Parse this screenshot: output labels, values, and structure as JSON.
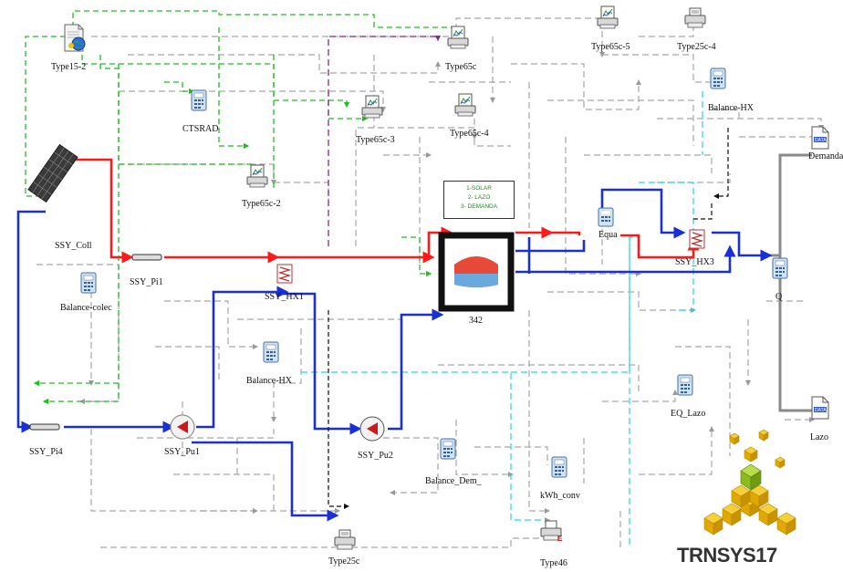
{
  "app": {
    "brand_name": "TRNSYS",
    "brand_version": "17"
  },
  "legend": {
    "line1": "1-SOLAR",
    "line2": "2- LAZO",
    "line3": "3- DEMANDA"
  },
  "components": [
    {
      "id": "type15-2",
      "label": "Type15-2",
      "icon": "weather-data-icon"
    },
    {
      "id": "ctsrad",
      "label": "CTSRAD",
      "icon": "calculator-icon"
    },
    {
      "id": "type65c",
      "label": "Type65c",
      "icon": "printer-plot-icon"
    },
    {
      "id": "type65c-3",
      "label": "Type65c-3",
      "icon": "printer-plot-icon"
    },
    {
      "id": "type65c-4",
      "label": "Type65c-4",
      "icon": "printer-plot-icon"
    },
    {
      "id": "type65c-5",
      "label": "Type65c-5",
      "icon": "printer-plot-icon"
    },
    {
      "id": "type25c-4",
      "label": "Type25c-4",
      "icon": "printer-icon"
    },
    {
      "id": "balance-hx-top",
      "label": "Balance-HX",
      "icon": "calculator-icon"
    },
    {
      "id": "demanda",
      "label": "Demanda",
      "icon": "data-file-icon"
    },
    {
      "id": "type65c-2",
      "label": "Type65c-2",
      "icon": "printer-plot-icon"
    },
    {
      "id": "ssy-coll",
      "label": "SSY_Coll",
      "icon": "solar-collector-icon"
    },
    {
      "id": "ssy-pi1",
      "label": "SSY_Pi1",
      "icon": "pipe-icon"
    },
    {
      "id": "balance-colec",
      "label": "Balance-colec",
      "icon": "calculator-icon"
    },
    {
      "id": "ssy-hx1",
      "label": "SSY_HX1",
      "icon": "heat-exchanger-icon"
    },
    {
      "id": "tank-342",
      "label": "342",
      "icon": "storage-tank-icon"
    },
    {
      "id": "equa",
      "label": "Equa",
      "icon": "equation-icon"
    },
    {
      "id": "ssy-hx3",
      "label": "SSY_HX3",
      "icon": "heat-exchanger-icon"
    },
    {
      "id": "q",
      "label": "Q",
      "icon": "calculator-icon"
    },
    {
      "id": "balance-hx",
      "label": "Balance-HX",
      "icon": "calculator-icon"
    },
    {
      "id": "eq-lazo",
      "label": "EQ_Lazo",
      "icon": "calculator-icon"
    },
    {
      "id": "lazo",
      "label": "Lazo",
      "icon": "data-file-icon"
    },
    {
      "id": "ssy-pi4",
      "label": "SSY_Pi4",
      "icon": "pipe-icon"
    },
    {
      "id": "ssy-pu1",
      "label": "SSY_Pu1",
      "icon": "pump-icon"
    },
    {
      "id": "ssy-pu2",
      "label": "SSY_Pu2",
      "icon": "pump-icon"
    },
    {
      "id": "balance-dem",
      "label": "Balance_Dem_",
      "icon": "calculator-icon"
    },
    {
      "id": "kwh-conv",
      "label": "kWh_conv",
      "icon": "calculator-icon"
    },
    {
      "id": "type25c",
      "label": "Type25c",
      "icon": "printer-icon"
    },
    {
      "id": "type46",
      "label": "Type46",
      "icon": "printer-icon"
    }
  ],
  "colors": {
    "solar_hot": "#ff1a1a",
    "solar_cold": "#1a2fd6",
    "control_green": "#1fbf1f",
    "info_gray": "#9a9a9a",
    "purple": "#8a2a8a",
    "cyan": "#22d6e6",
    "dark_gray": "#888888",
    "brand_yellow": "#f2b800",
    "brand_green": "#8dbb1e"
  }
}
